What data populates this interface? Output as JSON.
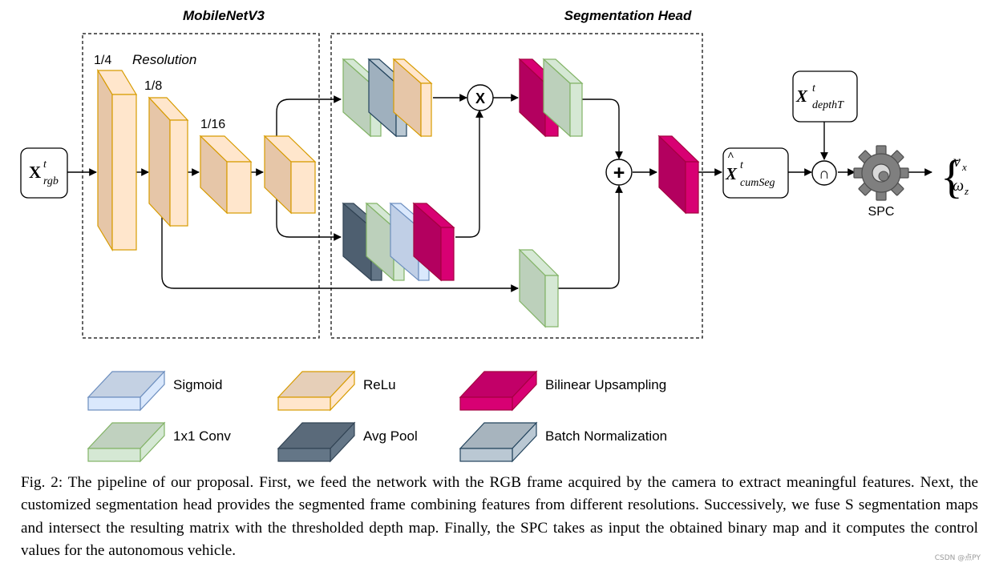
{
  "sections": {
    "backbone_title": "MobileNetV3",
    "head_title": "Segmentation Head"
  },
  "resolution": {
    "label": "Resolution",
    "r4": "1/4",
    "r8": "1/8",
    "r16": "1/16"
  },
  "input_symbol": {
    "base": "X",
    "sup": "t",
    "sub": "rgb"
  },
  "cumseg_symbol": {
    "base": "X",
    "hat": "^",
    "sup": "t",
    "sub": "cumSeg"
  },
  "depth_symbol": {
    "base": "X",
    "sup": "t",
    "sub": "depthT"
  },
  "operators": {
    "multiply": "X",
    "add": "+",
    "intersect": "∩"
  },
  "spc": {
    "label": "SPC",
    "icon": "gear-icon"
  },
  "outputs": {
    "brace": "{",
    "v_base": "v",
    "v_sub": "x",
    "w_base": "ω",
    "w_sub": "z"
  },
  "legend": [
    {
      "label": "Sigmoid",
      "color": "#dae8fc",
      "stroke": "#6c8ebf"
    },
    {
      "label": "ReLu",
      "color": "#ffe6cc",
      "stroke": "#d79b00"
    },
    {
      "label": "Bilinear Upsampling",
      "color": "#d80073",
      "stroke": "#a50040"
    },
    {
      "label": "1x1 Conv",
      "color": "#d5e8d4",
      "stroke": "#82b366"
    },
    {
      "label": "Avg Pool",
      "color": "#647687",
      "stroke": "#314354"
    },
    {
      "label": "Batch Normalization",
      "color": "#bac8d3",
      "stroke": "#23445d"
    }
  ],
  "caption": "Fig. 2: The pipeline of our proposal. First, we feed the network with the RGB frame acquired by the camera to extract meaningful features. Next, the customized segmentation head provides the segmented frame combining features from different resolutions. Successively, we fuse S segmentation maps and intersect the resulting matrix with the thresholded depth map. Finally, the SPC takes as input the obtained binary map and it computes the control values for the autonomous vehicle.",
  "watermark": "CSDN @点PY"
}
